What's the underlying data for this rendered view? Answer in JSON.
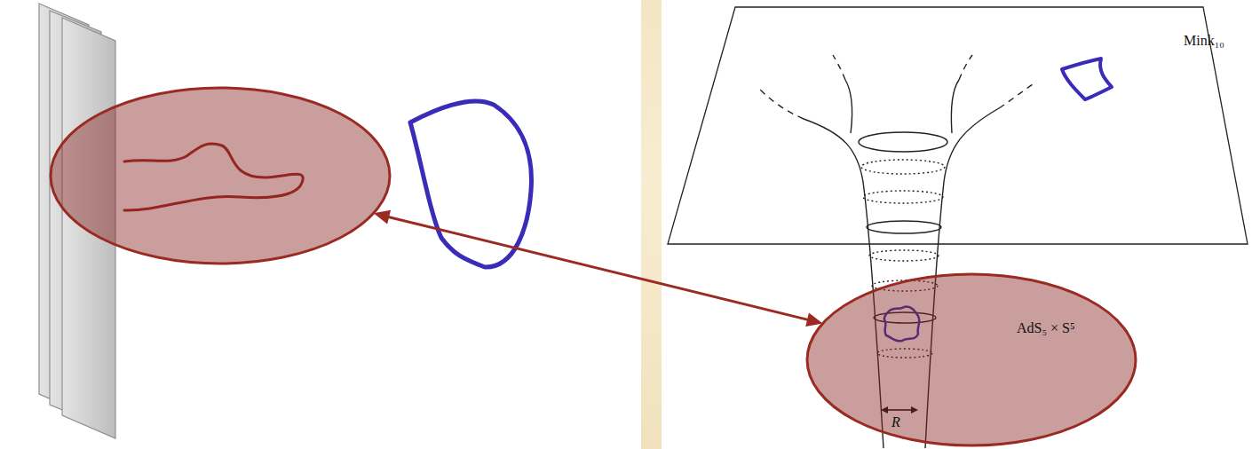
{
  "diagram": {
    "nodes": [
      {
        "text": []
      },
      {
        "text": [
          "AdS₅ × S⁵",
          "R"
        ]
      }
    ],
    "edges": [
      {
        "from": 0,
        "to": 1,
        "arrow": "both"
      }
    ],
    "labels": [
      "Mink₁₀"
    ]
  }
}
